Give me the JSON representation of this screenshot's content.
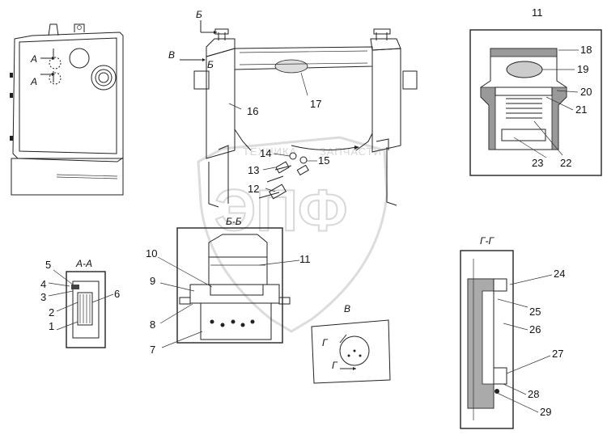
{
  "watermark": {
    "line1": "ТЕХНИКА",
    "line2": "ЗАПЧАСТИ",
    "logo": "ЭПФ",
    "color": "#d6d6d6"
  },
  "section_labels": {
    "section_a": "А-А",
    "section_b": "Б-Б",
    "section_g": "Г-Г",
    "view_v": "В",
    "view_11": "11"
  },
  "arrows": {
    "a_top": "А",
    "a_bottom": "А",
    "b_top": "Б",
    "b_side": "Б",
    "v_side": "В",
    "g_top": "Г",
    "g_bottom": "Г"
  },
  "callouts": {
    "c1": "1",
    "c2": "2",
    "c3": "3",
    "c4": "4",
    "c5": "5",
    "c6": "6",
    "c7": "7",
    "c8": "8",
    "c9": "9",
    "c10": "10",
    "c11": "11",
    "c12": "12",
    "c13": "13",
    "c14": "14",
    "c15": "15",
    "c16": "16",
    "c17": "17",
    "c18": "18",
    "c19": "19",
    "c20": "20",
    "c21": "21",
    "c22": "22",
    "c23": "23",
    "c24": "24",
    "c25": "25",
    "c26": "26",
    "c27": "27",
    "c28": "28",
    "c29": "29"
  }
}
